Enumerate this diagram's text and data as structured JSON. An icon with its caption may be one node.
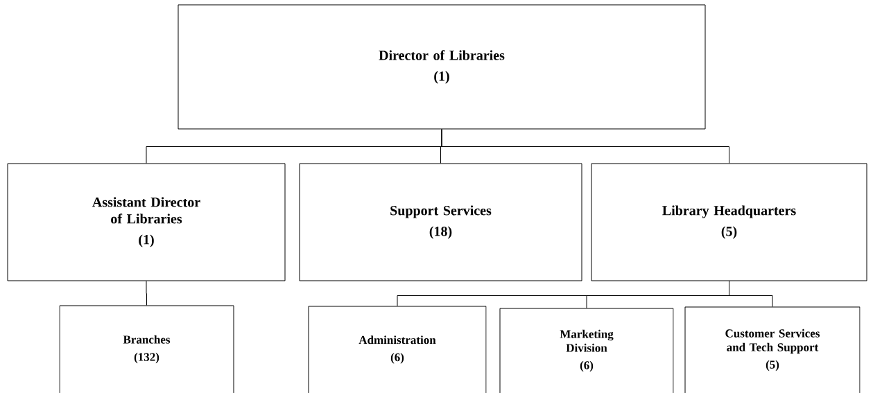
{
  "diagram": {
    "nodes": [
      {
        "text": [
          "Director of Libraries",
          "(1)"
        ]
      },
      {
        "text": [
          "Assistant Director of Libraries",
          "(1)"
        ]
      },
      {
        "text": [
          "Support Services",
          "(18)"
        ]
      },
      {
        "text": [
          "Library Headquarters",
          "(5)"
        ]
      },
      {
        "text": [
          "Branches",
          "(132)"
        ]
      },
      {
        "text": [
          "Administration",
          "(6)"
        ]
      },
      {
        "text": [
          "Marketing Division",
          "(6)"
        ]
      },
      {
        "text": [
          "Customer Services and Tech Support",
          "(5)"
        ]
      }
    ],
    "edges": [
      {
        "from": 0,
        "to": 1,
        "arrow": "none"
      },
      {
        "from": 0,
        "to": 2,
        "arrow": "none"
      },
      {
        "from": 0,
        "to": 3,
        "arrow": "none"
      },
      {
        "from": 1,
        "to": 4,
        "arrow": "none"
      },
      {
        "from": 3,
        "to": 5,
        "arrow": "none"
      },
      {
        "from": 3,
        "to": 6,
        "arrow": "none"
      },
      {
        "from": 3,
        "to": 7,
        "arrow": "none"
      }
    ]
  }
}
